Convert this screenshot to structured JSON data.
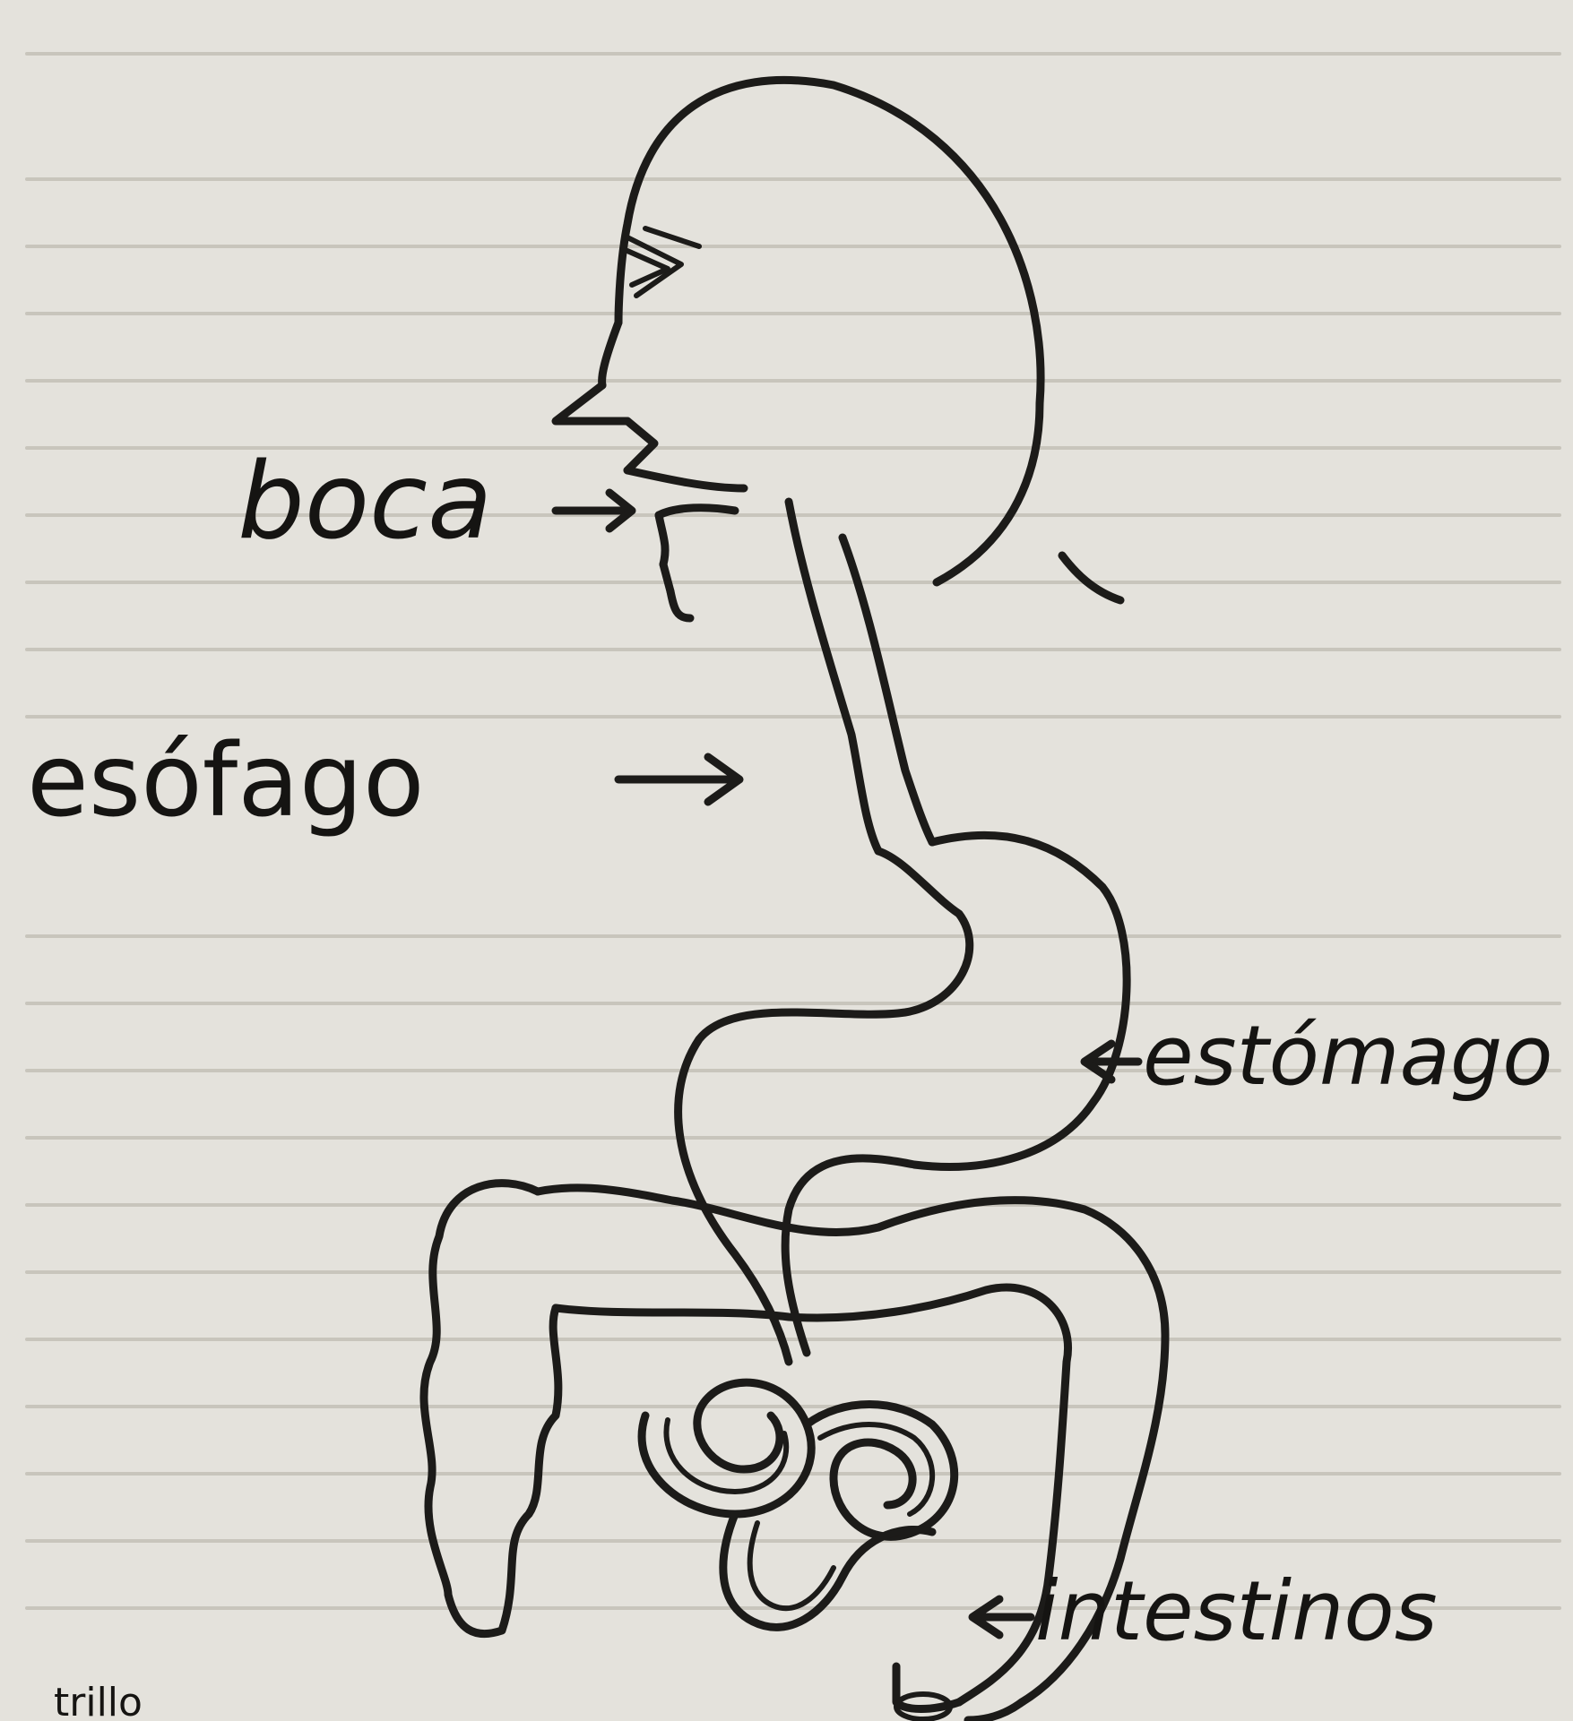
{
  "diagram": {
    "labels": {
      "mouth": "boca",
      "esophagus": "esófago",
      "stomach": "estómago",
      "intestines": "intestinos"
    },
    "footer_fragment": "trillo"
  },
  "colors": {
    "paper": "#e4e2dc",
    "ink": "#1c1b19",
    "bleed_through": "#b9b5ab"
  }
}
